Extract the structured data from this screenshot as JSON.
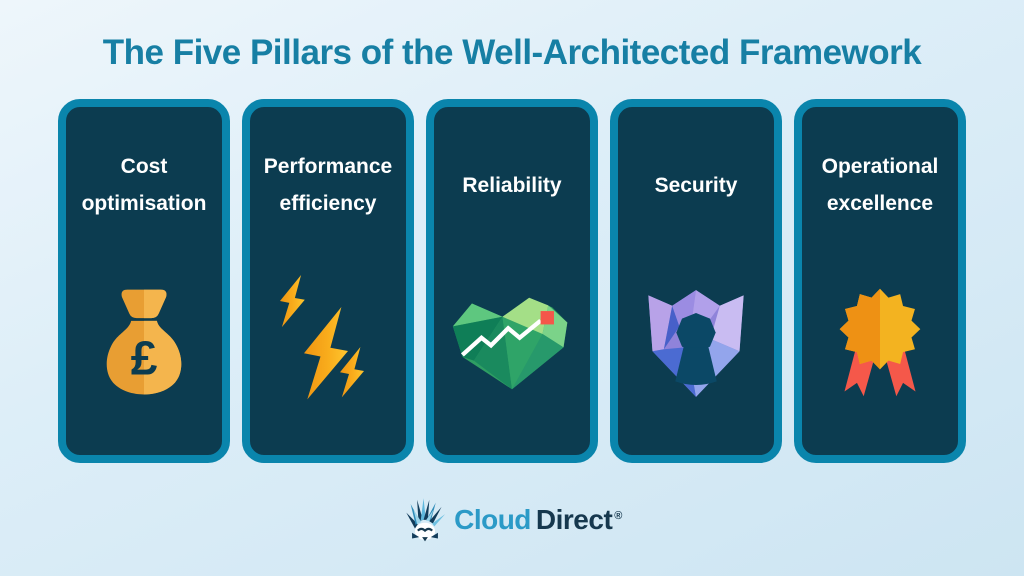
{
  "title": "The Five Pillars of the Well-Architected Framework",
  "pillars": [
    {
      "label": "Cost optimisation",
      "icon": "money-bag-icon"
    },
    {
      "label": "Performance efficiency",
      "icon": "lightning-bolts-icon"
    },
    {
      "label": "Reliability",
      "icon": "heart-chart-icon"
    },
    {
      "label": "Security",
      "icon": "shield-keyhole-icon"
    },
    {
      "label": "Operational excellence",
      "icon": "award-rosette-icon"
    }
  ],
  "money_bag": {
    "currency_symbol": "£"
  },
  "logo": {
    "brand_first": "Cloud",
    "brand_second": "Direct",
    "registered_mark": "®",
    "icon": "hedgehog-icon"
  },
  "colors": {
    "background_top": "#eef6fb",
    "background_bottom": "#cde5f2",
    "title_text": "#177fa4",
    "pillar_border": "#0a85ac",
    "pillar_fill": "#0c3c50",
    "pillar_text": "#ffffff",
    "money_bag_dark": "#e89e33",
    "money_bag_light": "#f4b54d",
    "bolt_orange": "#ef9512",
    "bolt_yellow": "#fec62f",
    "heart_green": "#2f9e63",
    "heart_marker_red": "#f4564a",
    "shield_purple": "#8f83da",
    "keyhole_teal": "#0b4866",
    "rosette_dark": "#ee9114",
    "rosette_light": "#f3b320",
    "ribbon_red": "#f5584a",
    "logo_cloud_blue": "#2b9ac7",
    "logo_direct_navy": "#16384e"
  }
}
